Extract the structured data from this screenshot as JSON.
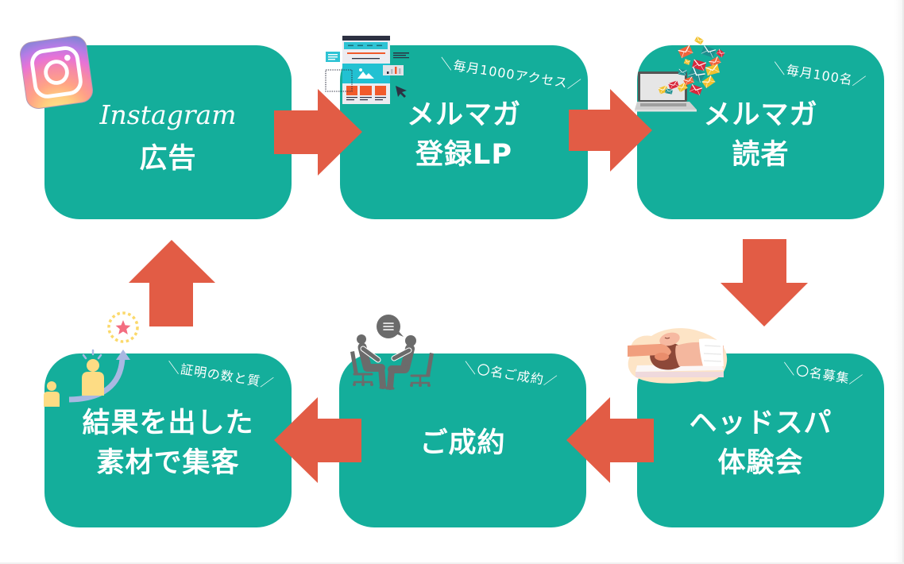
{
  "diagram": {
    "colors": {
      "box": "#14AE9B",
      "arrow": "#E25C45",
      "text": "#FFFFFF"
    },
    "steps": [
      {
        "id": "instagram-ad",
        "line1": "Instagram",
        "line2": "広告",
        "icon": "instagram-logo-icon"
      },
      {
        "id": "newsletter-lp",
        "line1": "メルマガ",
        "line2": "登録LP",
        "note": "＼毎月1000アクセス／",
        "icon": "landing-page-icon"
      },
      {
        "id": "newsletter-readers",
        "line1": "メルマガ",
        "line2": "読者",
        "note": "＼毎月100名／",
        "icon": "email-laptop-icon"
      },
      {
        "id": "head-spa-trial",
        "line1": "ヘッドスパ",
        "line2": "体験会",
        "note": "＼〇名募集／",
        "icon": "head-spa-icon"
      },
      {
        "id": "contract",
        "line1": "ご成約",
        "note": "＼〇名ご成約／",
        "icon": "consultation-icon"
      },
      {
        "id": "results-marketing",
        "line1": "結果を出した",
        "line2": "素材で集客",
        "note": "＼証明の数と質／",
        "icon": "growth-icon"
      }
    ],
    "connections": [
      {
        "from": "instagram-ad",
        "to": "newsletter-lp",
        "direction": "right"
      },
      {
        "from": "newsletter-lp",
        "to": "newsletter-readers",
        "direction": "right"
      },
      {
        "from": "newsletter-readers",
        "to": "head-spa-trial",
        "direction": "down"
      },
      {
        "from": "head-spa-trial",
        "to": "contract",
        "direction": "left"
      },
      {
        "from": "contract",
        "to": "results-marketing",
        "direction": "left"
      },
      {
        "from": "results-marketing",
        "to": "instagram-ad",
        "direction": "up"
      }
    ]
  }
}
